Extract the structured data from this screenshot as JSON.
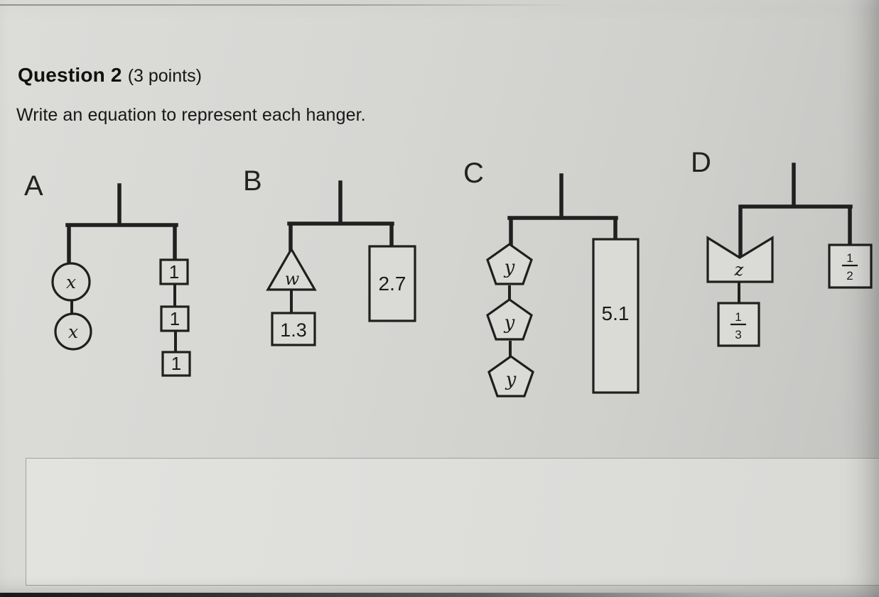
{
  "question": {
    "label": "Question 2",
    "points": "(3 points)",
    "prompt": "Write an equation to represent each hanger."
  },
  "hangerA": {
    "label": "A",
    "circle1": "x",
    "circle2": "x",
    "square1": "1",
    "square2": "1",
    "square3": "1"
  },
  "hangerB": {
    "label": "B",
    "triangle": "w",
    "square": "1.3",
    "rectangle": "2.7"
  },
  "hangerC": {
    "label": "C",
    "pentagon1": "y",
    "pentagon2": "y",
    "pentagon3": "y",
    "rectangle": "5.1"
  },
  "hangerD": {
    "label": "D",
    "crown": "z",
    "fracLeft": {
      "num": "1",
      "den": "3"
    },
    "fracRight": {
      "num": "1",
      "den": "2"
    }
  }
}
